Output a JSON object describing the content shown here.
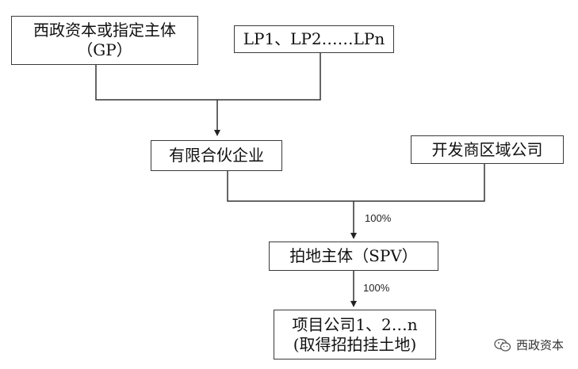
{
  "diagram": {
    "gp_box": {
      "line1": "西政资本或指定主体",
      "line2": "（GP）"
    },
    "lp_box": {
      "text": "LP1、LP2……LPn"
    },
    "partnership_box": {
      "text": "有限合伙企业"
    },
    "developer_box": {
      "text": "开发商区域公司"
    },
    "spv_box": {
      "text": "拍地主体（SPV）"
    },
    "project_box": {
      "line1": "项目公司1、2…n",
      "line2": "(取得招拍挂土地)"
    },
    "pct_to_spv": "100%",
    "pct_to_project": "100%"
  },
  "watermark": {
    "text": "西政资本",
    "icon": "wechat-icon"
  }
}
